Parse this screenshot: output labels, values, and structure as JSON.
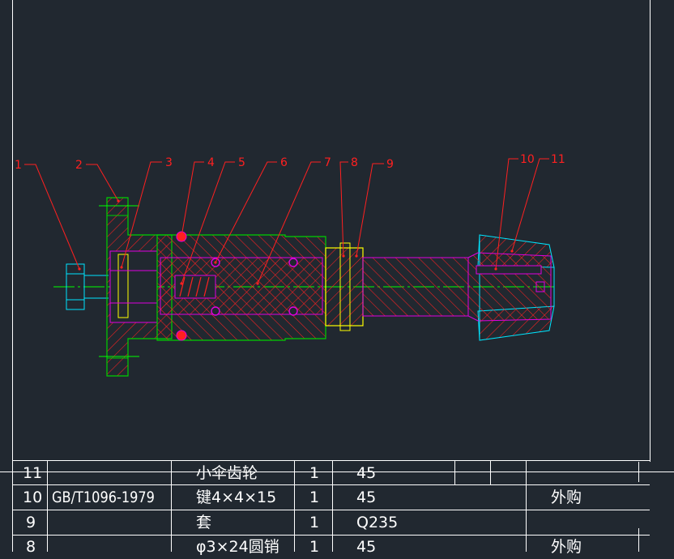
{
  "colors": {
    "background": "#212830",
    "frame": "#ffffff",
    "leader": "#ff2020",
    "hatch": "#ff2020",
    "outline": "#00d000",
    "axis": "#00ff00",
    "shaft": "#e000e0",
    "sleeve": "#ffff00",
    "gear": "#00e5ff"
  },
  "drawing": {
    "callouts": [
      "1",
      "2",
      "3",
      "4",
      "5",
      "6",
      "7",
      "8",
      "9",
      "10",
      "11"
    ]
  },
  "parts_list": {
    "rows": [
      {
        "no": "11",
        "standard": "",
        "name": "小伞齿轮",
        "qty": "1",
        "material": "45",
        "remark": ""
      },
      {
        "no": "10",
        "standard": "GB/T1096-1979",
        "name": "键4×4×15",
        "qty": "1",
        "material": "45",
        "remark": "外购"
      },
      {
        "no": "9",
        "standard": "",
        "name": "套",
        "qty": "1",
        "material": "Q235",
        "remark": ""
      },
      {
        "no": "8",
        "standard": "",
        "name": "φ3×24圆销",
        "qty": "1",
        "material": "45",
        "remark": "外购"
      }
    ]
  }
}
